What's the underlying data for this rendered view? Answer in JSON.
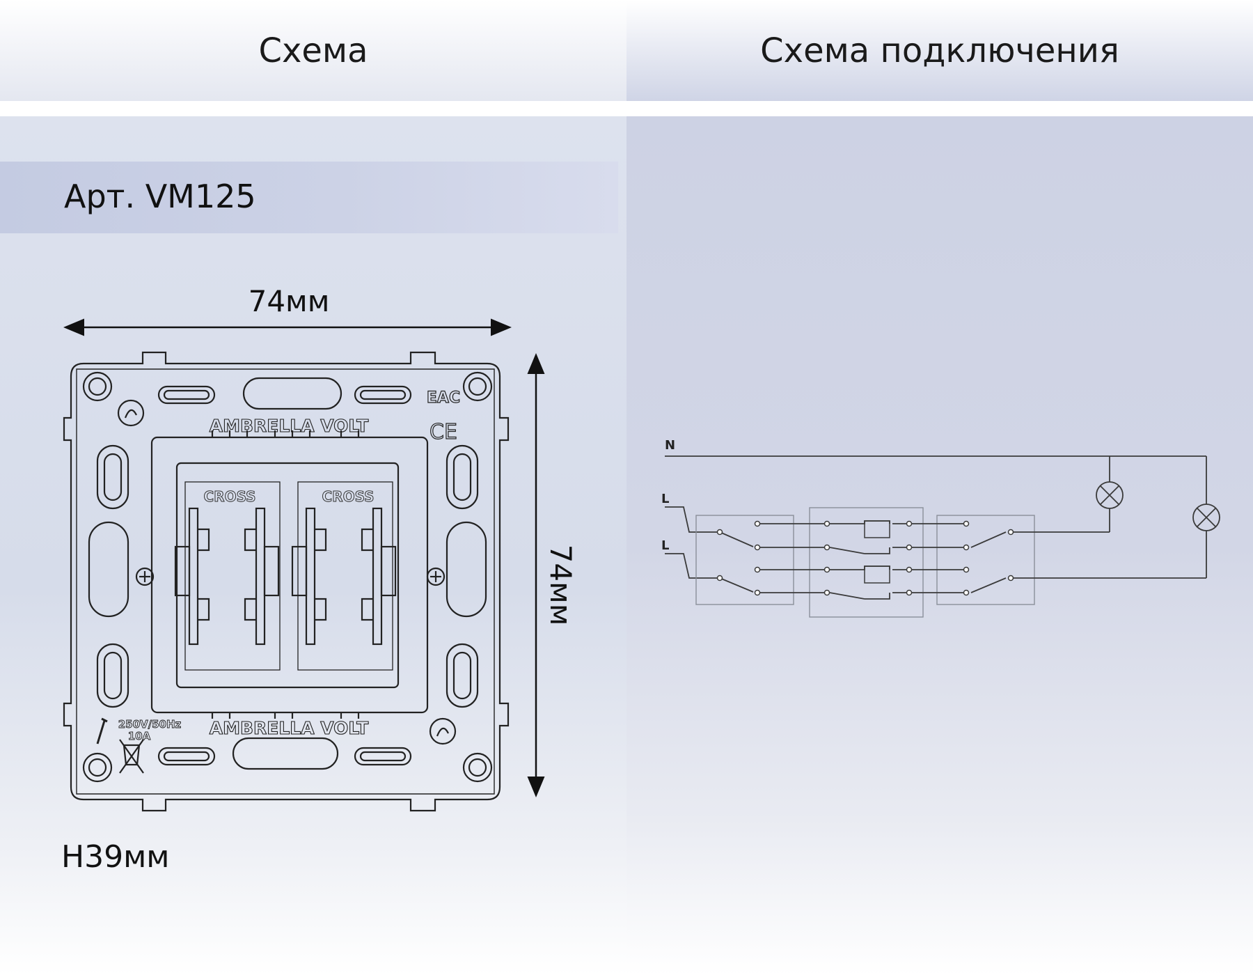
{
  "headers": {
    "left": "Схема",
    "right": "Схема подключения"
  },
  "article": "Арт. VM125",
  "dimensions": {
    "width": "74мм",
    "height": "74мм",
    "depth": "H39мм"
  },
  "mechanism": {
    "brand_top": "AMBRELLA VOLT",
    "brand_bottom": "AMBRELLA VOLT",
    "module_left": "CROSS",
    "module_right": "CROSS",
    "marking_eac": "EAC",
    "marking_ce": "CE",
    "rating_voltage": "250V/50Hz",
    "rating_current": "10A"
  },
  "wiring": {
    "neutral_label": "N",
    "line1_label": "L",
    "line2_label": "L"
  },
  "colors": {
    "line": "#3a3a3a",
    "text": "#111111",
    "box_stroke": "#8a8f9a"
  }
}
